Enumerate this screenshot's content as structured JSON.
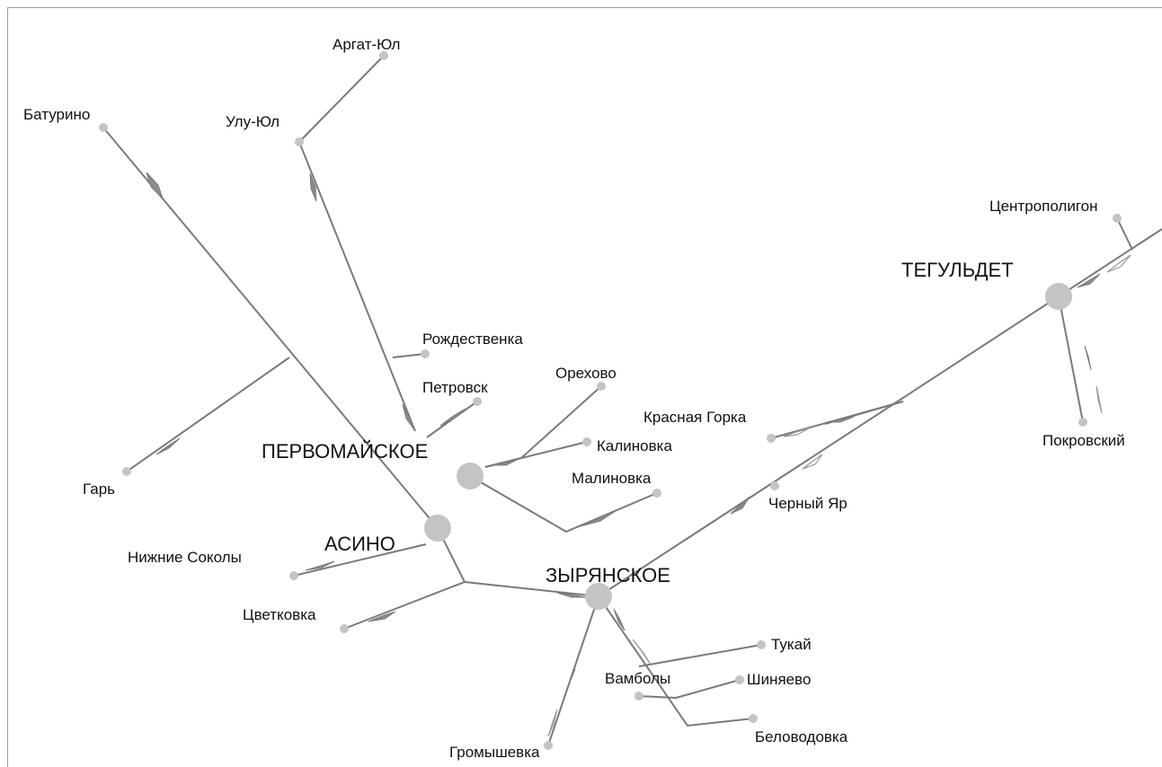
{
  "diagram": {
    "labels": {
      "argat_yul": "Аргат-Юл",
      "baturino": "Батурино",
      "ulu_yul": "Улу-Юл",
      "tsentropoligon": "Центрополигон",
      "tegouldet": "ТЕГУЛЬДЕТ",
      "rozhdestvenka": "Рождественка",
      "orekhovo": "Орехово",
      "petrovsk": "Петровск",
      "krasnaya_gorka": "Красная Горка",
      "kalinovka": "Калиновка",
      "pokrovsky": "Покровский",
      "pervomayskoe": "ПЕРВОМАЙСКОЕ",
      "malinovka": "Малиновка",
      "gar": "Гарь",
      "cherny_yar": "Черный Яр",
      "asino": "АСИНО",
      "nizhnie_sokoly": "Нижние Соколы",
      "zyryanskoe": "ЗЫРЯНСКОЕ",
      "tsvetkovka": "Цветковка",
      "tukay": "Тукай",
      "vamboly": "Вамболы",
      "shinyaevo": "Шиняево",
      "belovodovka": "Беловодовка",
      "gromyshevka": "Громышевка"
    }
  }
}
